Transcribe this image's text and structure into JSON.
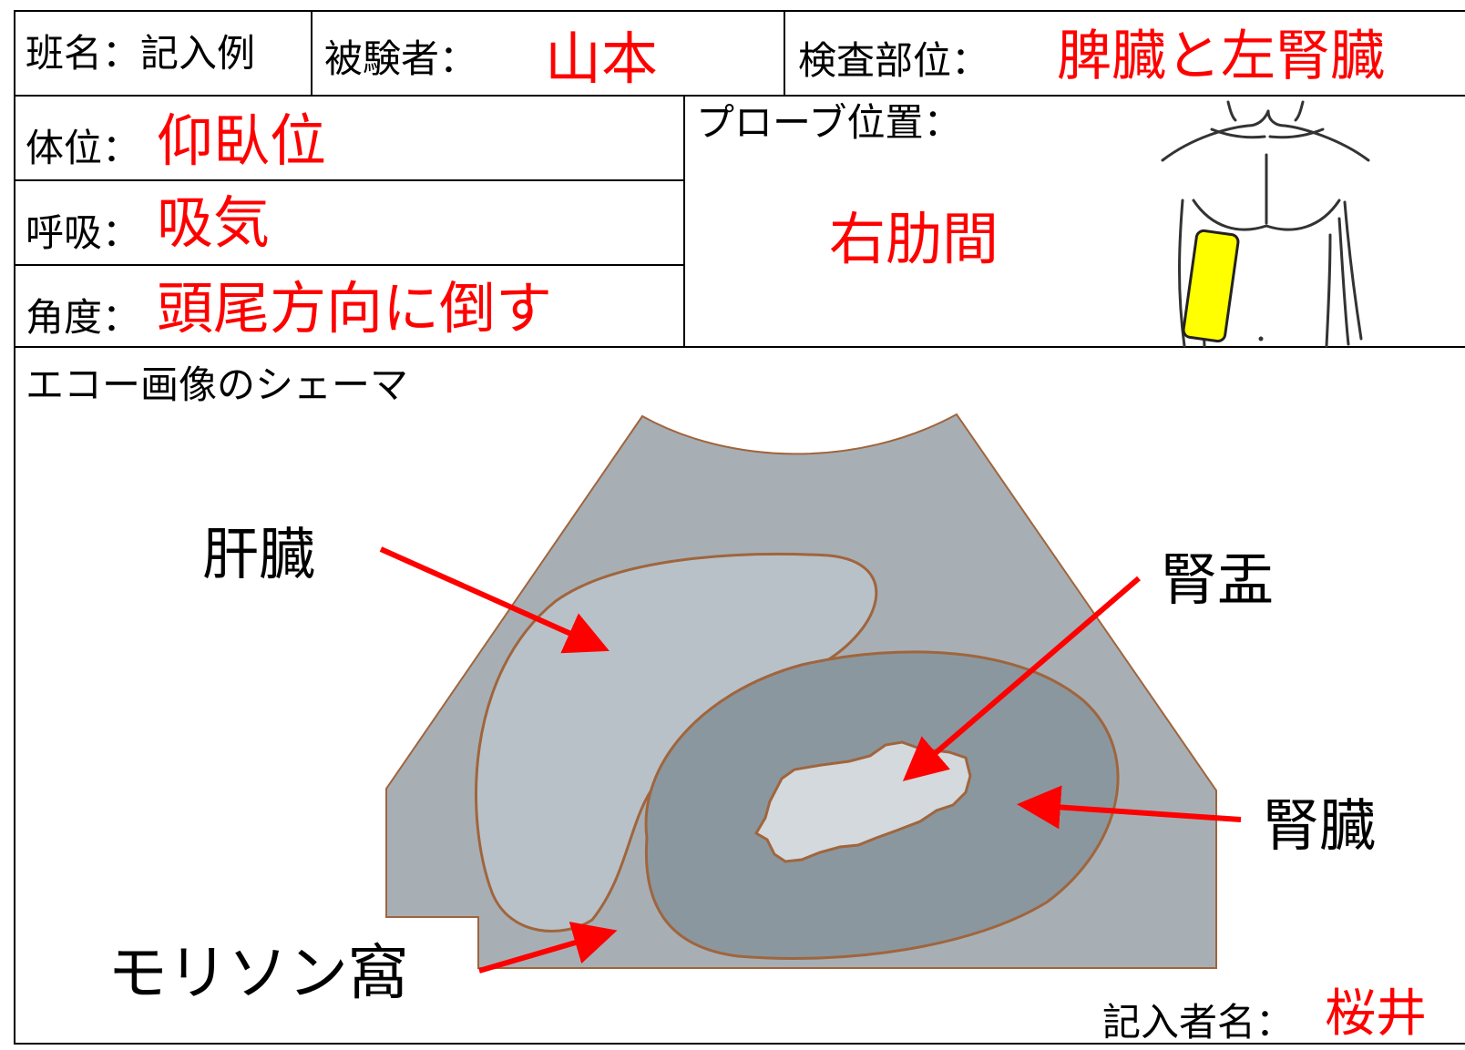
{
  "header": {
    "group_label": "班名：記入例",
    "subject_label": "被験者：",
    "subject_value": "山本",
    "exam_site_label": "検査部位：",
    "exam_site_value": "脾臓と左腎臓"
  },
  "conditions": {
    "position_label": "体位：",
    "position_value": "仰臥位",
    "breathing_label": "呼吸：",
    "breathing_value": "吸気",
    "angle_label": "角度：",
    "angle_value": "頭尾方向に倒す"
  },
  "probe": {
    "label": "プローブ位置：",
    "value": "右肋間",
    "marker_color": "#ffff00"
  },
  "schema": {
    "title": "エコー画像のシェーマ",
    "labels": {
      "liver": "肝臓",
      "renal_pelvis": "腎盂",
      "kidney": "腎臓",
      "morison_pouch": "モリソン窩"
    },
    "colors": {
      "background_gray": "#a7afb5",
      "liver_fill": "#b9c1c8",
      "kidney_fill": "#8b979f",
      "pelvis_fill": "#d3d9dd",
      "outline": "#a0653d",
      "arrow": "#ff0000"
    }
  },
  "footer": {
    "recorder_label": "記入者名：",
    "recorder_value": "桜井"
  }
}
